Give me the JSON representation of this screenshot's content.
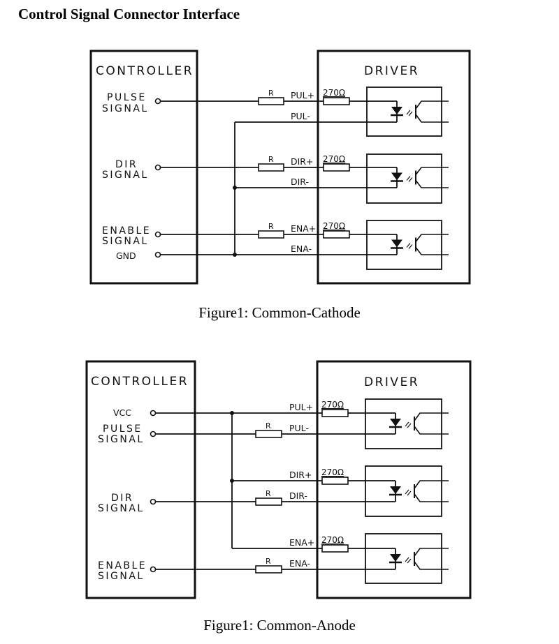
{
  "title": "Control Signal Connector Interface",
  "figures": [
    {
      "id": "common-cathode",
      "caption": "Figure1: Common-Cathode",
      "controller": {
        "label": "CONTROLLER",
        "terminals": [
          {
            "lines": [
              "PULSE",
              "SIGNAL"
            ]
          },
          {
            "lines": [
              "DIR",
              "SIGNAL"
            ]
          },
          {
            "lines": [
              "ENABLE",
              "SIGNAL"
            ]
          },
          {
            "lines": [
              "GND"
            ]
          }
        ]
      },
      "driver": {
        "label": "DRIVER",
        "channels": [
          {
            "plus": "PUL+",
            "minus": "PUL-",
            "resistor": "270Ω"
          },
          {
            "plus": "DIR+",
            "minus": "DIR-",
            "resistor": "270Ω"
          },
          {
            "plus": "ENA+",
            "minus": "ENA-",
            "resistor": "270Ω"
          }
        ]
      },
      "external_resistor_label": "R"
    },
    {
      "id": "common-anode",
      "caption": "Figure1: Common-Anode",
      "controller": {
        "label": "CONTROLLER",
        "terminals": [
          {
            "lines": [
              "VCC"
            ]
          },
          {
            "lines": [
              "PULSE",
              "SIGNAL"
            ]
          },
          {
            "lines": [
              "DIR",
              "SIGNAL"
            ]
          },
          {
            "lines": [
              "ENABLE",
              "SIGNAL"
            ]
          }
        ]
      },
      "driver": {
        "label": "DRIVER",
        "channels": [
          {
            "plus": "PUL+",
            "minus": "PUL-",
            "resistor": "270Ω"
          },
          {
            "plus": "DIR+",
            "minus": "DIR-",
            "resistor": "270Ω"
          },
          {
            "plus": "ENA+",
            "minus": "ENA-",
            "resistor": "270Ω"
          }
        ]
      },
      "external_resistor_label": "R"
    }
  ]
}
